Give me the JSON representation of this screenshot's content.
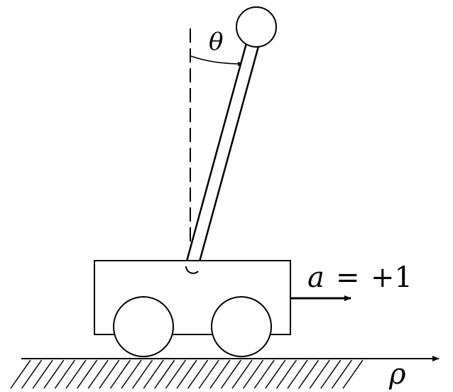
{
  "labels": {
    "angle_symbol": "θ",
    "action_variable": "a",
    "action_equals": "=",
    "action_value": "+1",
    "position_symbol": "ρ"
  },
  "colors": {
    "stroke": "#000000",
    "fill": "#ffffff"
  }
}
